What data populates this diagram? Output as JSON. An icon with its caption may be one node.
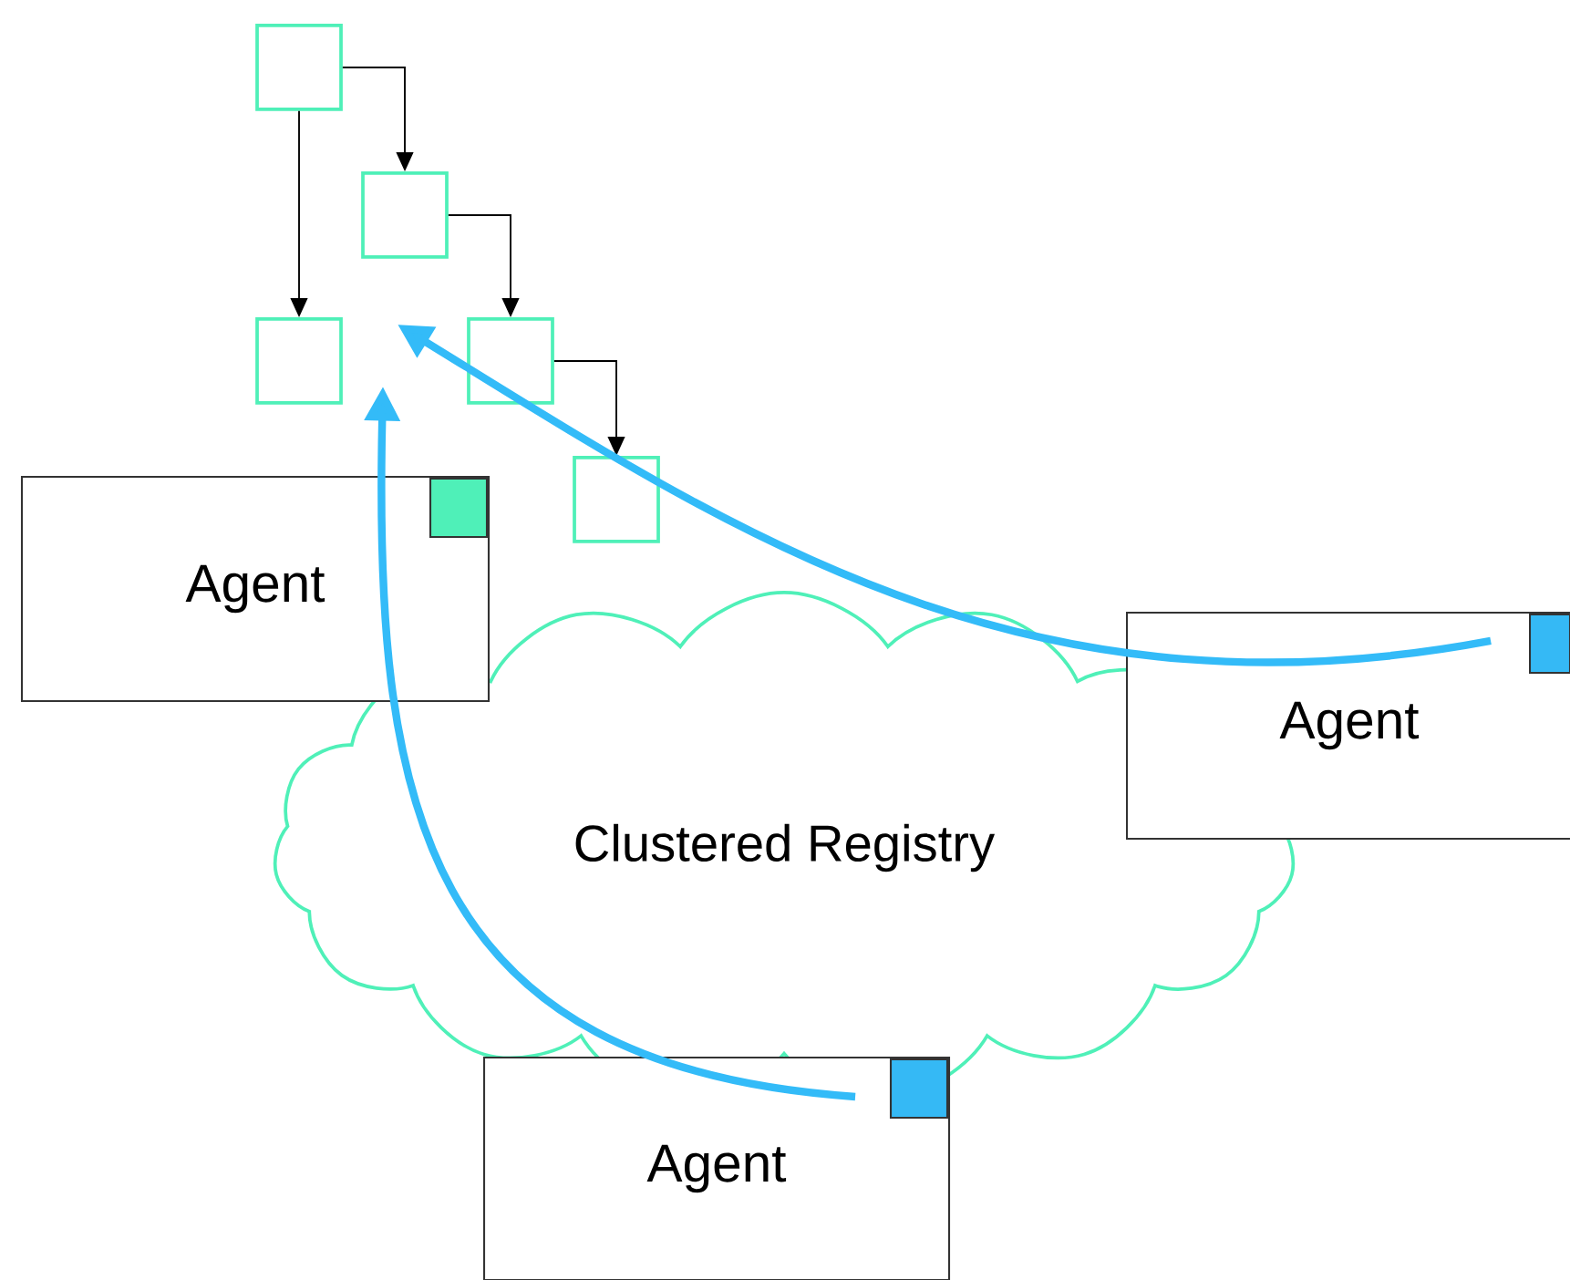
{
  "diagram": {
    "nodes": [
      {
        "text": [
          "Clustered Registry"
        ]
      },
      {
        "text": [
          "Agent"
        ]
      },
      {
        "text": [],
        "shape": "box",
        "in": 1
      },
      {
        "text": [
          "Agent"
        ]
      },
      {
        "text": [],
        "shape": "box",
        "in": 3
      },
      {
        "text": [
          "Agent"
        ]
      },
      {
        "text": [],
        "shape": "box",
        "in": 5
      },
      {
        "text": [],
        "shape": "box"
      },
      {
        "text": [],
        "shape": "box"
      },
      {
        "text": [],
        "shape": "box"
      },
      {
        "text": [],
        "shape": "box"
      },
      {
        "text": [],
        "shape": "box"
      }
    ],
    "edges": [
      {
        "from": 7,
        "to": 9,
        "arrow": "to"
      },
      {
        "from": 7,
        "to": 8,
        "arrow": "to"
      },
      {
        "from": 8,
        "to": 10,
        "arrow": "to"
      },
      {
        "from": 10,
        "to": 11,
        "arrow": "to"
      },
      {
        "from": 3,
        "to": null,
        "arrow": "to",
        "style": "thick",
        "color": "#33bbf8"
      },
      {
        "from": 5,
        "to": null,
        "arrow": "to",
        "style": "thick",
        "color": "#33bbf8"
      }
    ]
  }
}
